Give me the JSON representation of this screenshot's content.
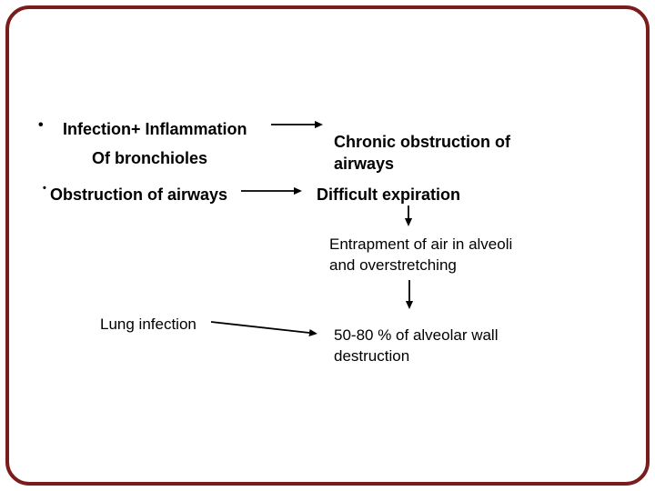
{
  "slide": {
    "background_color": "#ffffff",
    "border_color": "#7a1c1c",
    "text_color": "#000000"
  },
  "nodes": {
    "infection_inflammation": {
      "bullet": "•",
      "line1": "Infection+ Inflammation",
      "line2": "Of bronchioles"
    },
    "chronic_obstruction": {
      "line1": "Chronic obstruction of",
      "line2": "airways"
    },
    "obstruction_airways": {
      "bullet": "•",
      "label": "Obstruction of airways"
    },
    "difficult_expiration": {
      "label": "Difficult expiration"
    },
    "entrapment": {
      "line1": "Entrapment of air in alveoli",
      "line2": "and overstretching"
    },
    "lung_infection": {
      "label": "Lung infection"
    },
    "alveolar_destruction": {
      "line1": "50-80 % of alveolar wall",
      "line2": "destruction"
    }
  },
  "arrows": [
    {
      "from": "Infection+ Inflammation Of bronchioles",
      "to": "Chronic obstruction of airways",
      "direction": "right"
    },
    {
      "from": "Obstruction of airways",
      "to": "Difficult expiration",
      "direction": "right"
    },
    {
      "from": "Difficult expiration",
      "to": "Entrapment of air in alveoli and overstretching",
      "direction": "down"
    },
    {
      "from": "Entrapment of air in alveoli and overstretching",
      "to": "50-80 % of alveolar wall destruction",
      "direction": "down"
    },
    {
      "from": "Lung infection",
      "to": "50-80 % of alveolar wall destruction",
      "direction": "right-down"
    }
  ]
}
